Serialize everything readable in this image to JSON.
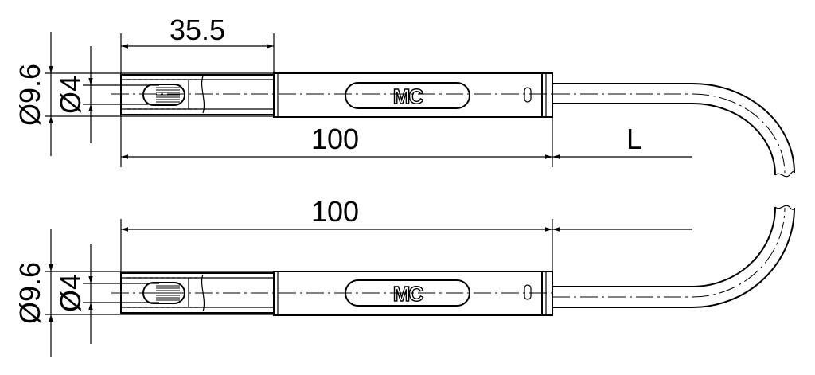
{
  "drawing": {
    "logo_text": "MC",
    "top_connector": {
      "outer_diameter_label": "Ø9.6",
      "inner_diameter_label": "Ø4",
      "socket_length_label": "35.5",
      "body_length_label": "100"
    },
    "bottom_connector": {
      "outer_diameter_label": "Ø9.6",
      "inner_diameter_label": "Ø4",
      "body_length_label": "100"
    },
    "cable_length_label": "L"
  }
}
